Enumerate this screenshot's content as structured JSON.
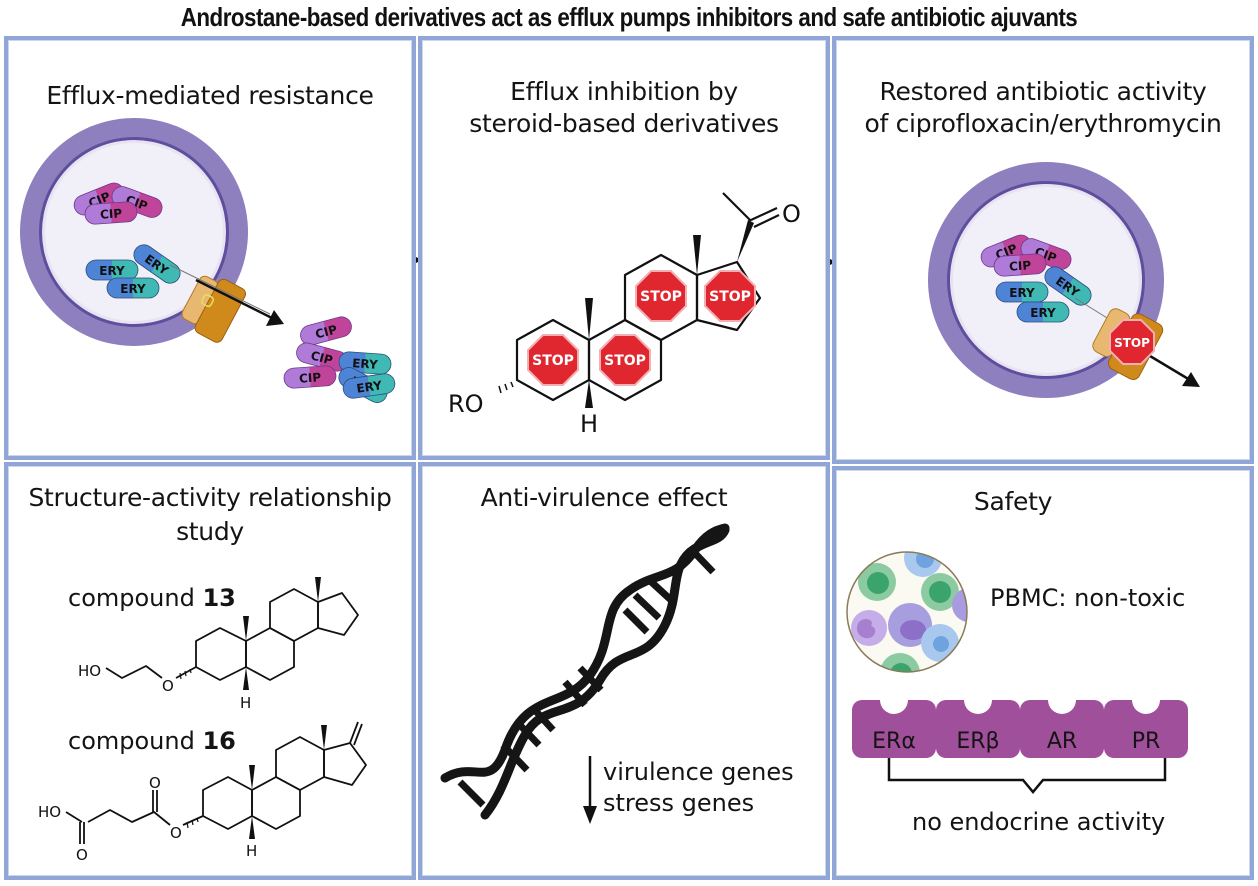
{
  "title": "Androstane-based derivatives act as efflux pumps inhibitors and safe antibiotic ajuvants",
  "colors": {
    "panel_border": "#8fa6d6",
    "membrane": "#8e7fbf",
    "cytoplasm": "#f0eef7",
    "pump": "#d08a1c",
    "stop_red": "#e0262e",
    "receptor": "#a0509a",
    "cip": "#b070d0",
    "ery": "#4e84d6"
  },
  "panels": {
    "efflux_resistance": {
      "title": "Efflux-mediated resistance",
      "inside_pills": [
        "CIP",
        "CIP",
        "CIP",
        "ERY",
        "ERY",
        "ERY"
      ],
      "outside_pills": [
        "CIP",
        "CIP",
        "CIP",
        "ERY",
        "ERY",
        "ERY"
      ],
      "icons": [
        "bacterial-cell-icon",
        "efflux-pump-icon",
        "efflux-arrow-icon"
      ]
    },
    "efflux_inhibition": {
      "title_line1": "Efflux inhibition by",
      "title_line2": "steroid-based derivatives",
      "stop_signs": [
        "STOP",
        "STOP",
        "STOP",
        "STOP"
      ],
      "atoms": {
        "oxygen": "O",
        "substituent": "RO",
        "hydrogen": "H"
      }
    },
    "restored_activity": {
      "title_line1": "Restored antibiotic activity",
      "title_line2": "of ciprofloxacin/erythromycin",
      "inside_pills": [
        "CIP",
        "CIP",
        "CIP",
        "ERY",
        "ERY",
        "ERY"
      ],
      "stop_sign": "STOP"
    },
    "sar_study": {
      "title_line1": "Structure-activity relationship",
      "title_line2": "study",
      "compounds": [
        {
          "prefix": "compound",
          "number": "13",
          "atoms": [
            "HO",
            "O",
            "H"
          ]
        },
        {
          "prefix": "compound",
          "number": "16",
          "atoms": [
            "HO",
            "O",
            "O",
            "O",
            "H"
          ]
        }
      ]
    },
    "anti_virulence": {
      "title": "Anti-virulence effect",
      "effect_lines": [
        "virulence genes",
        "stress genes"
      ],
      "direction": "down"
    },
    "safety": {
      "title": "Safety",
      "pbmc_label": "PBMC: non-toxic",
      "receptors": [
        "ERα",
        "ERβ",
        "AR",
        "PR"
      ],
      "conclusion": "no endocrine activity"
    }
  }
}
